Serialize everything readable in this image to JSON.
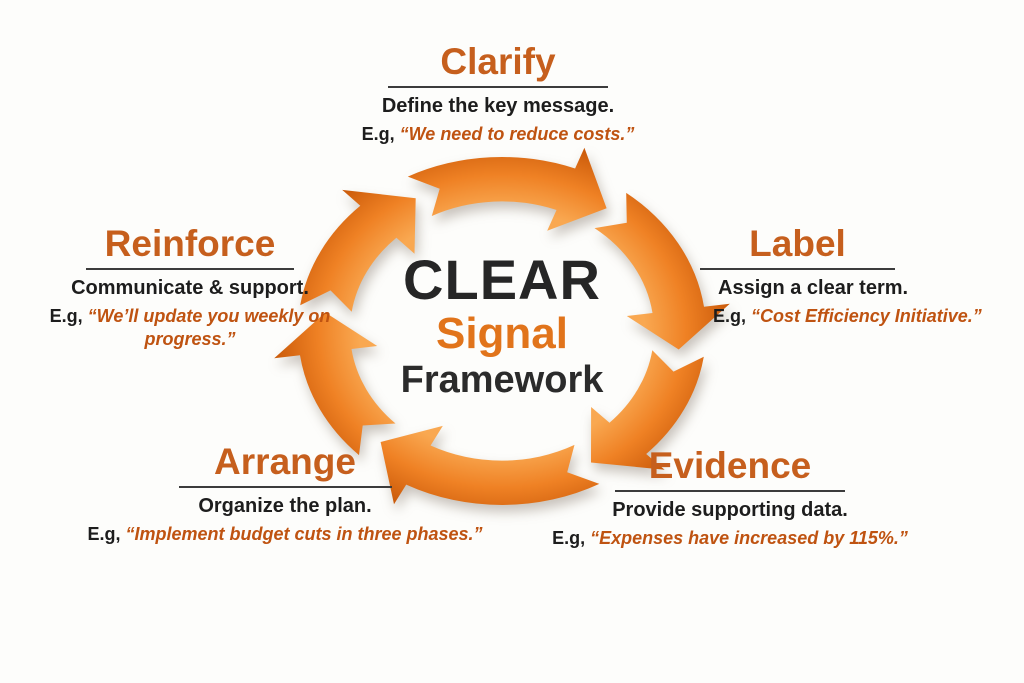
{
  "diagram": {
    "center": {
      "line1": "CLEAR",
      "line2": "Signal",
      "line3": "Framework"
    }
  },
  "sections": [
    {
      "id": "clarify",
      "title": "Clarify",
      "description": "Define the key message.",
      "example_prefix": "E.g,",
      "example": "“We need to reduce costs.”"
    },
    {
      "id": "label",
      "title": "Label",
      "description": "Assign a clear term.",
      "example_prefix": "E.g,",
      "example": "“Cost Efficiency Initiative.”"
    },
    {
      "id": "evidence",
      "title": "Evidence",
      "description": "Provide supporting data.",
      "example_prefix": "E.g,",
      "example": "“Expenses have increased by 115%.”"
    },
    {
      "id": "arrange",
      "title": "Arrange",
      "description": "Organize the plan.",
      "example_prefix": "E.g,",
      "example": "“Implement budget cuts in three phases.”"
    },
    {
      "id": "reinforce",
      "title": "Reinforce",
      "description": "Communicate & support.",
      "example_prefix": "E.g,",
      "example": "“We’ll update you weekly on progress.”"
    }
  ],
  "colors": {
    "background": "#fdfdfb",
    "heading_orange": "#c65f1d",
    "quote_orange": "#bf5311",
    "text_dark": "#1d1d1d",
    "underline": "#3c3c3c",
    "center_clear": "#262626",
    "center_signal": "#e1741b",
    "center_framework": "#2b2b2b",
    "arrow_light": "#f9a851",
    "arrow_mid": "#ef8124",
    "arrow_dark": "#c95909"
  }
}
